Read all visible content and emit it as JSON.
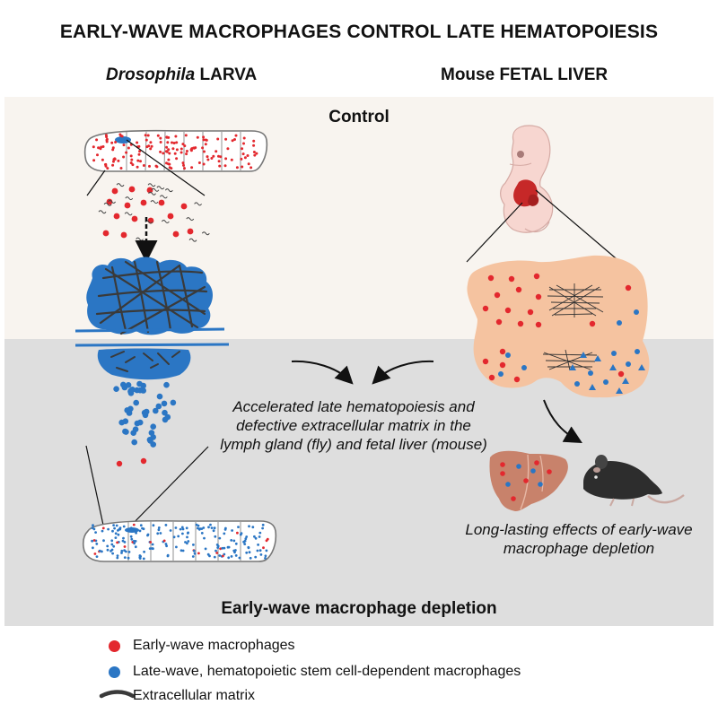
{
  "title": "EARLY-WAVE MACROPHAGES CONTROL LATE HEMATOPOIESIS",
  "headers": {
    "left_italic": "Drosophila",
    "left_rest": " LARVA",
    "right": "Mouse FETAL LIVER"
  },
  "sections": {
    "control": "Control",
    "depletion": "Early-wave macrophage depletion"
  },
  "center_text": "Accelerated late hematopoiesis and defective extracellular matrix in the lymph gland (fly) and fetal liver (mouse)",
  "long_text": "Long-lasting effects of early-wave macrophage depletion",
  "legend": {
    "early": "Early-wave macrophages",
    "late": "Late-wave, hematopoietic stem cell-dependent macrophages",
    "ecm": "Extracellular matrix"
  },
  "colors": {
    "early_red": "#e3282e",
    "late_blue": "#2b76c4",
    "matrix": "#3a3a3a",
    "control_bg": "#f8f4ef",
    "depletion_bg": "#dedede",
    "liver": "#f5c3a0",
    "adult_liver": "#c8826b",
    "mouse": "#2d2d2d"
  }
}
